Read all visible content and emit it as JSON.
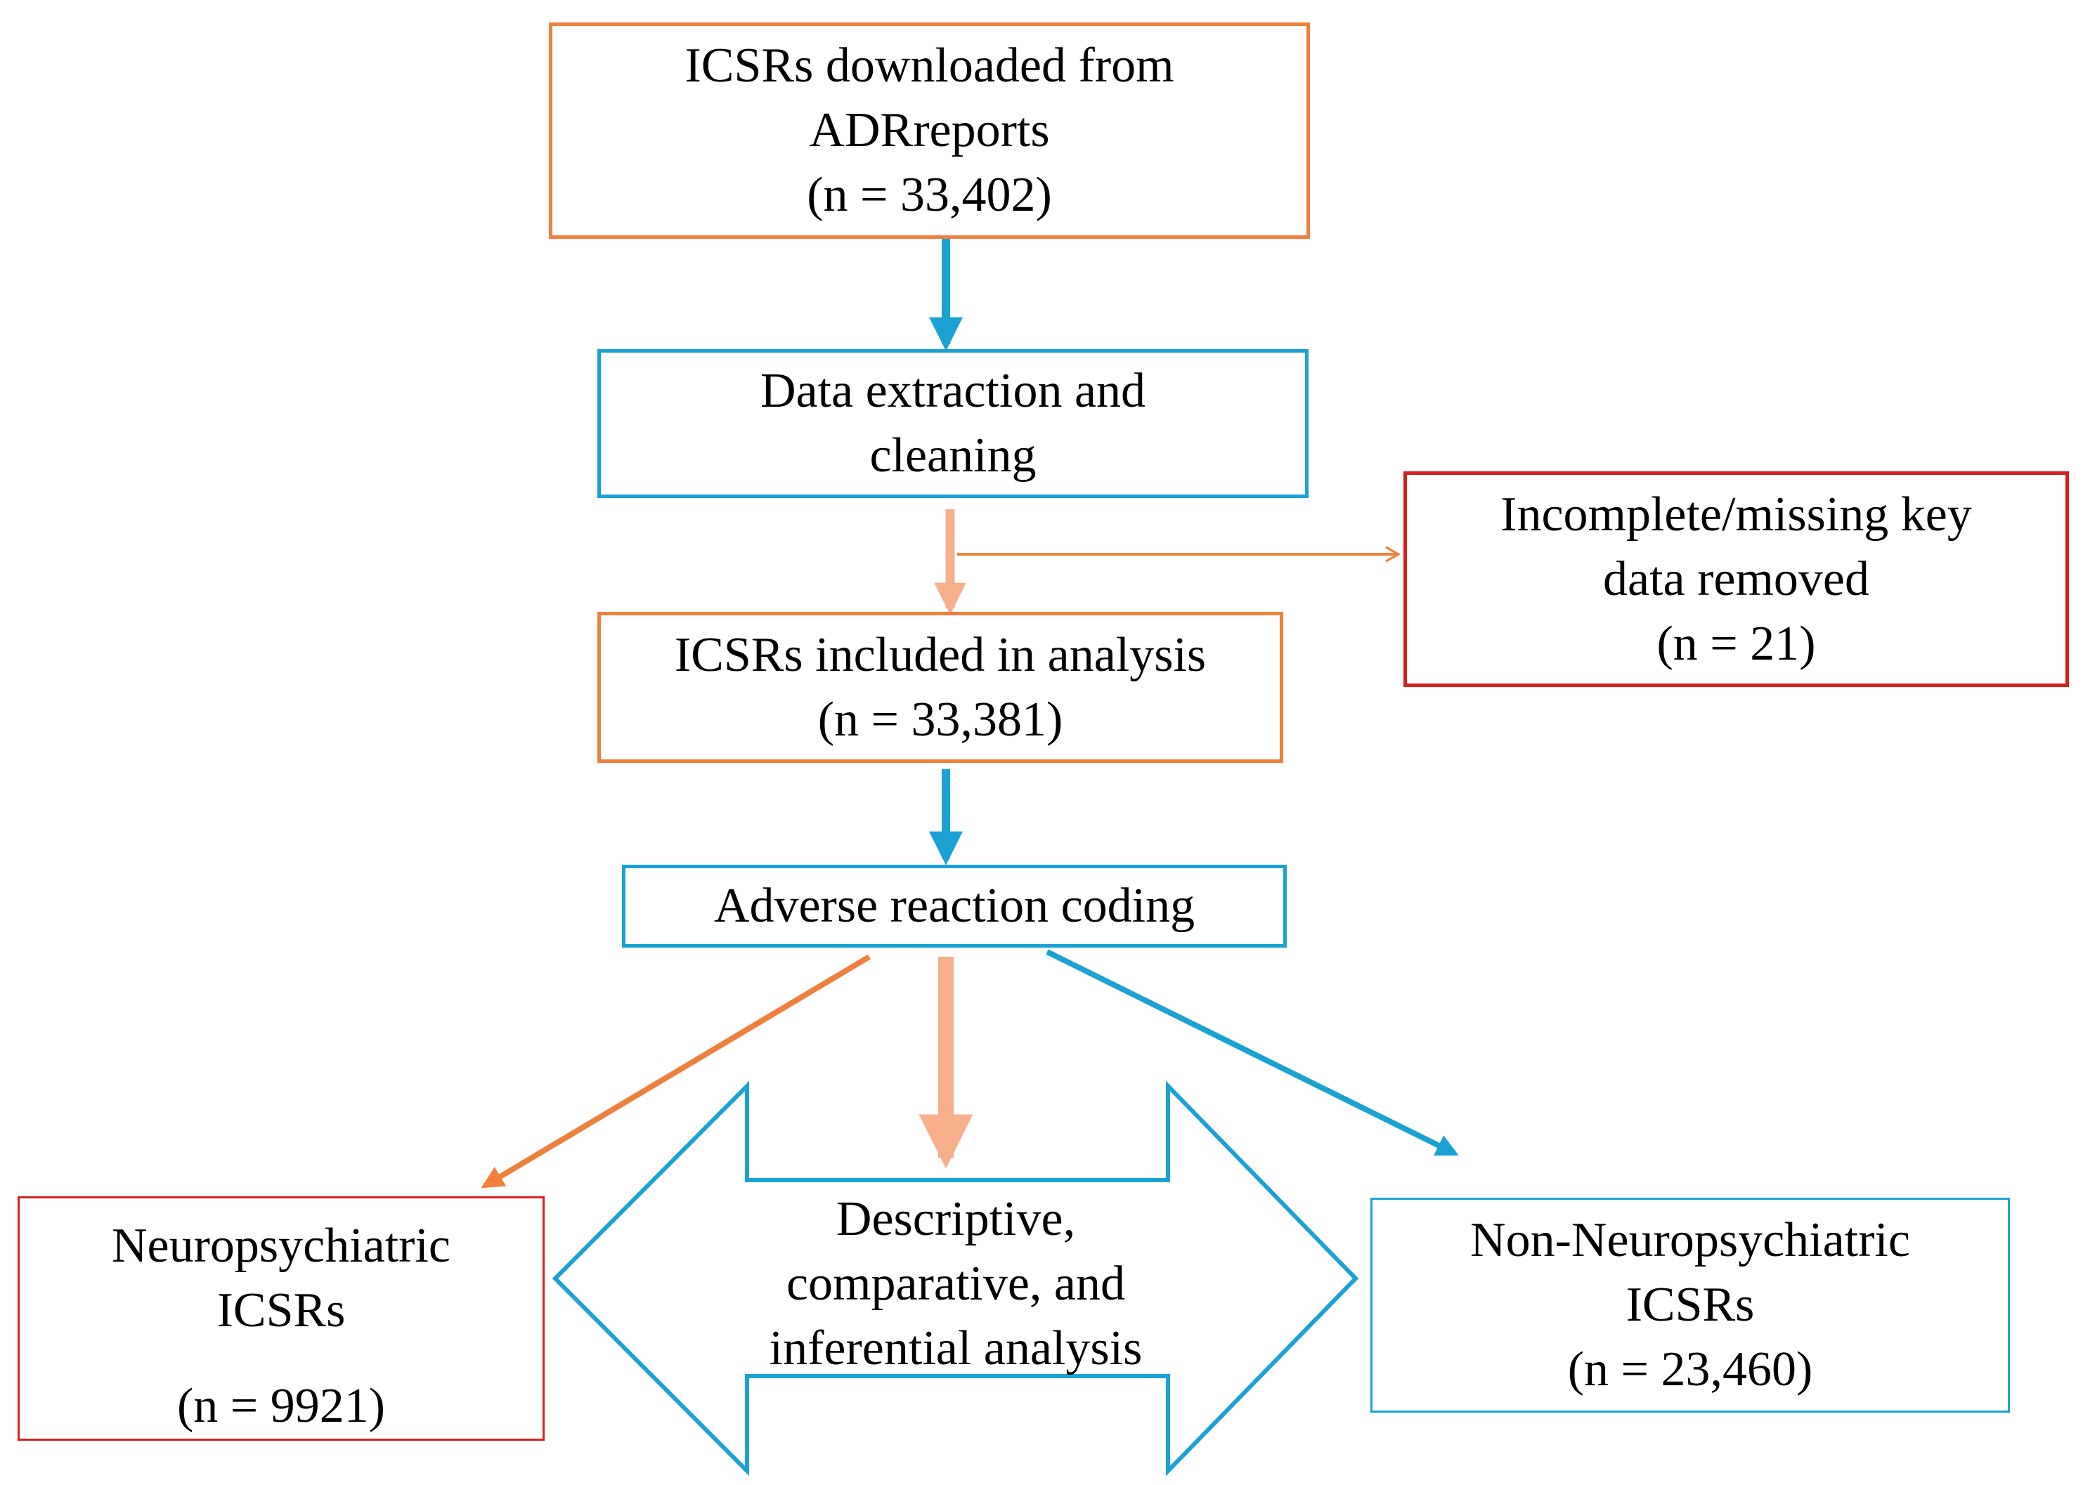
{
  "nodes": {
    "downloaded": {
      "lines": [
        "ICSRs downloaded from",
        "ADRreports",
        "(n = 33,402)"
      ]
    },
    "extraction": {
      "lines": [
        "Data extraction and",
        "cleaning"
      ]
    },
    "included": {
      "lines": [
        "ICSRs included in analysis",
        "(n = 33,381)"
      ]
    },
    "removed": {
      "lines": [
        "Incomplete/missing key",
        "data removed",
        "(n = 21)"
      ]
    },
    "coding": {
      "lines": [
        "Adverse reaction coding"
      ]
    },
    "neuro": {
      "lines": [
        "Neuropsychiatric",
        "ICSRs",
        "(n = 9921)"
      ]
    },
    "non_neuro": {
      "lines": [
        "Non-Neuropsychiatric",
        "ICSRs",
        "(n = 23,460)"
      ]
    },
    "analysis": {
      "lines": [
        "Descriptive,",
        "comparative,  and",
        "inferential analysis"
      ]
    }
  },
  "colors": {
    "orange": "#f07f3c",
    "light_orange": "#f7ae8a",
    "blue": "#1aa2d4",
    "red": "#d62020"
  }
}
